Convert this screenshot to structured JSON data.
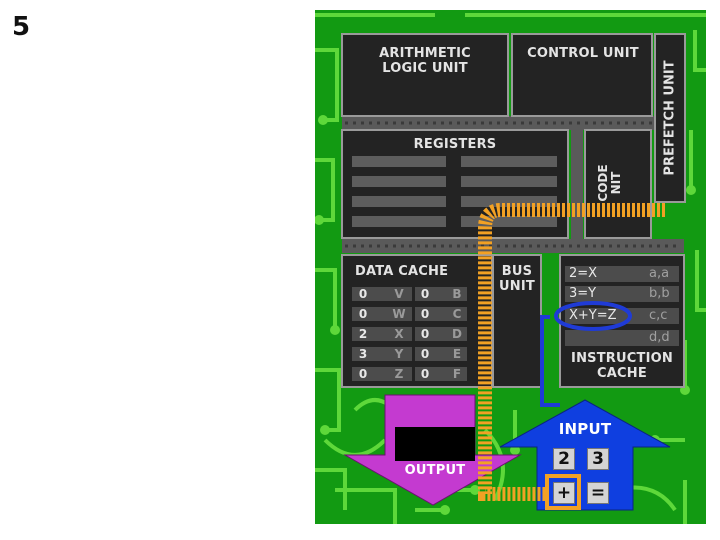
{
  "slide_number": "5",
  "labels": {
    "alu": "ARITHMETIC LOGIC UNIT",
    "control_unit": "CONTROL UNIT",
    "prefetch_unit": "PREFETCH UNIT",
    "registers": "REGISTERS",
    "decode_unit": "DECODE UNIT",
    "decode_visible": "CODE\nNIT",
    "data_cache": "DATA CACHE",
    "bus_unit": "BUS UNIT",
    "instruction_cache": "INSTRUCTION CACHE",
    "input": "INPUT",
    "output": "OUTPUT"
  },
  "data_cache_rows": [
    {
      "v1": "0",
      "l1": "V",
      "v2": "0",
      "l2": "B"
    },
    {
      "v1": "0",
      "l1": "W",
      "v2": "0",
      "l2": "C"
    },
    {
      "v1": "2",
      "l1": "X",
      "v2": "0",
      "l2": "D"
    },
    {
      "v1": "3",
      "l1": "Y",
      "v2": "0",
      "l2": "E"
    },
    {
      "v1": "0",
      "l1": "Z",
      "v2": "0",
      "l2": "F"
    }
  ],
  "instruction_rows": [
    {
      "left": "2=X",
      "right": "a,a"
    },
    {
      "left": "3=Y",
      "right": "b,b"
    },
    {
      "left": "X+Y=Z",
      "right": "c,c"
    },
    {
      "left": "",
      "right": "d,d"
    }
  ],
  "input_keys": [
    "2",
    "3",
    "+",
    "="
  ],
  "colors": {
    "board": "#129a12",
    "trace": "#5ed83a",
    "unit": "#232323",
    "bus": "#f2a124",
    "highlight": "#1f3bd6",
    "input_arrow": "#0f3fe0",
    "output_arrow": "#c43ad0"
  }
}
